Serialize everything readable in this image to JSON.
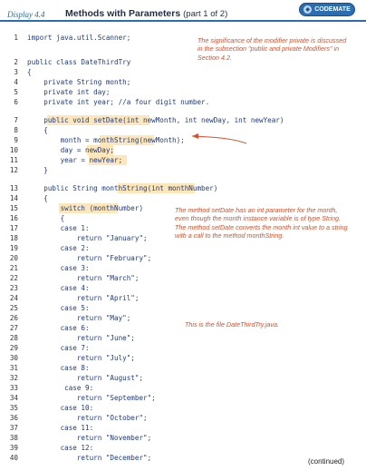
{
  "header": {
    "display_label": "Display 4.4",
    "title": "Methods with Parameters",
    "part": "(part 1 of 2)",
    "badge": "CODEMATE"
  },
  "lines": [
    {
      "n": "1",
      "t": "import java.util.Scanner;"
    },
    {
      "n": "2",
      "t": "public class DateThirdTry"
    },
    {
      "n": "3",
      "t": "{"
    },
    {
      "n": "4",
      "t": "    private String month;"
    },
    {
      "n": "5",
      "t": "    private int day;"
    },
    {
      "n": "6",
      "t": "    private int year; //a four digit number."
    },
    {
      "n": "7",
      "t": "    public void setDate(int newMonth, int newDay, int newYear)"
    },
    {
      "n": "8",
      "t": "    {"
    },
    {
      "n": "9",
      "t": "        month = monthString(newMonth);"
    },
    {
      "n": "10",
      "t": "        day = newDay;"
    },
    {
      "n": "11",
      "t": "        year = newYear;"
    },
    {
      "n": "12",
      "t": "    }"
    },
    {
      "n": "13",
      "t": "    public String monthString(int monthNumber)"
    },
    {
      "n": "14",
      "t": "    {"
    },
    {
      "n": "15",
      "t": "        switch (monthNumber)"
    },
    {
      "n": "16",
      "t": "        {"
    },
    {
      "n": "17",
      "t": "        case 1:"
    },
    {
      "n": "18",
      "t": "            return \"January\";"
    },
    {
      "n": "19",
      "t": "        case 2:"
    },
    {
      "n": "20",
      "t": "            return \"February\";"
    },
    {
      "n": "21",
      "t": "        case 3:"
    },
    {
      "n": "22",
      "t": "            return \"March\";"
    },
    {
      "n": "23",
      "t": "        case 4:"
    },
    {
      "n": "24",
      "t": "            return \"April\";"
    },
    {
      "n": "25",
      "t": "        case 5:"
    },
    {
      "n": "26",
      "t": "            return \"May\";"
    },
    {
      "n": "27",
      "t": "        case 6:"
    },
    {
      "n": "28",
      "t": "            return \"June\";"
    },
    {
      "n": "29",
      "t": "        case 7:"
    },
    {
      "n": "30",
      "t": "            return \"July\";"
    },
    {
      "n": "31",
      "t": "        case 8:"
    },
    {
      "n": "32",
      "t": "            return \"August\";"
    },
    {
      "n": "33",
      "t": "         case 9:"
    },
    {
      "n": "34",
      "t": "            return \"September\";"
    },
    {
      "n": "35",
      "t": "        case 10:"
    },
    {
      "n": "36",
      "t": "            return \"October\";"
    },
    {
      "n": "37",
      "t": "        case 11:"
    },
    {
      "n": "38",
      "t": "            return \"November\";"
    },
    {
      "n": "39",
      "t": "        case 12:"
    },
    {
      "n": "40",
      "t": "            return \"December\";"
    }
  ],
  "notes": {
    "note1": "The significance of the modifier private is discussed in the subsection \"public and private Modifiers\" in Section 4.2.",
    "note2": "The method setDate has an int parameter for the month, even though the month instance variable is of type String. The method setDate converts the month int value to a string with a call to the method monthString.",
    "note3": "This is the file DateThirdTry.java."
  },
  "footer": {
    "continued": "(continued)"
  }
}
